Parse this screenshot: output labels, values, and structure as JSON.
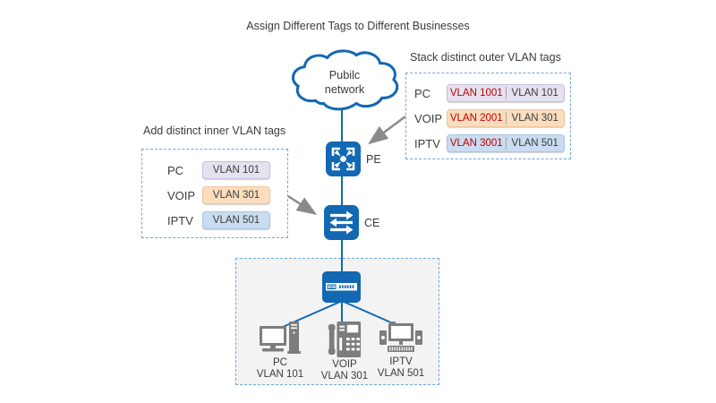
{
  "title": "Assign Different Tags to Different Businesses",
  "cloud": {
    "line1": "Pubilc",
    "line2": "network"
  },
  "pe": {
    "label": "PE"
  },
  "ce": {
    "label": "CE"
  },
  "inner_panel": {
    "title": "Add distinct inner VLAN tags",
    "rows": [
      {
        "service": "PC",
        "tag": "VLAN 101"
      },
      {
        "service": "VOIP",
        "tag": "VLAN 301"
      },
      {
        "service": "IPTV",
        "tag": "VLAN 501"
      }
    ]
  },
  "outer_panel": {
    "title": "Stack distinct outer VLAN tags",
    "rows": [
      {
        "service": "PC",
        "outer_tag": "VLAN 1001",
        "inner_tag": "VLAN 101"
      },
      {
        "service": "VOIP",
        "outer_tag": "VLAN 2001",
        "inner_tag": "VLAN 301"
      },
      {
        "service": "IPTV",
        "outer_tag": "VLAN 3001",
        "inner_tag": "VLAN 501"
      }
    ]
  },
  "access_panel": {
    "devices": [
      {
        "name": "PC",
        "vlan": "VLAN 101"
      },
      {
        "name": "VOIP",
        "vlan": "VLAN 301"
      },
      {
        "name": "IPTV",
        "vlan": "VLAN 501"
      }
    ]
  },
  "colors": {
    "device_blue": "#1268B3",
    "outer_tag_red": "#C00000",
    "pc_pill": "#E6E1F0",
    "voip_pill": "#FBDDBE",
    "iptv_pill": "#C9DCF0",
    "dashed_border": "#6FA8DC",
    "arrow_gray": "#8A8A8A",
    "device_gray": "#7D7D7D"
  }
}
